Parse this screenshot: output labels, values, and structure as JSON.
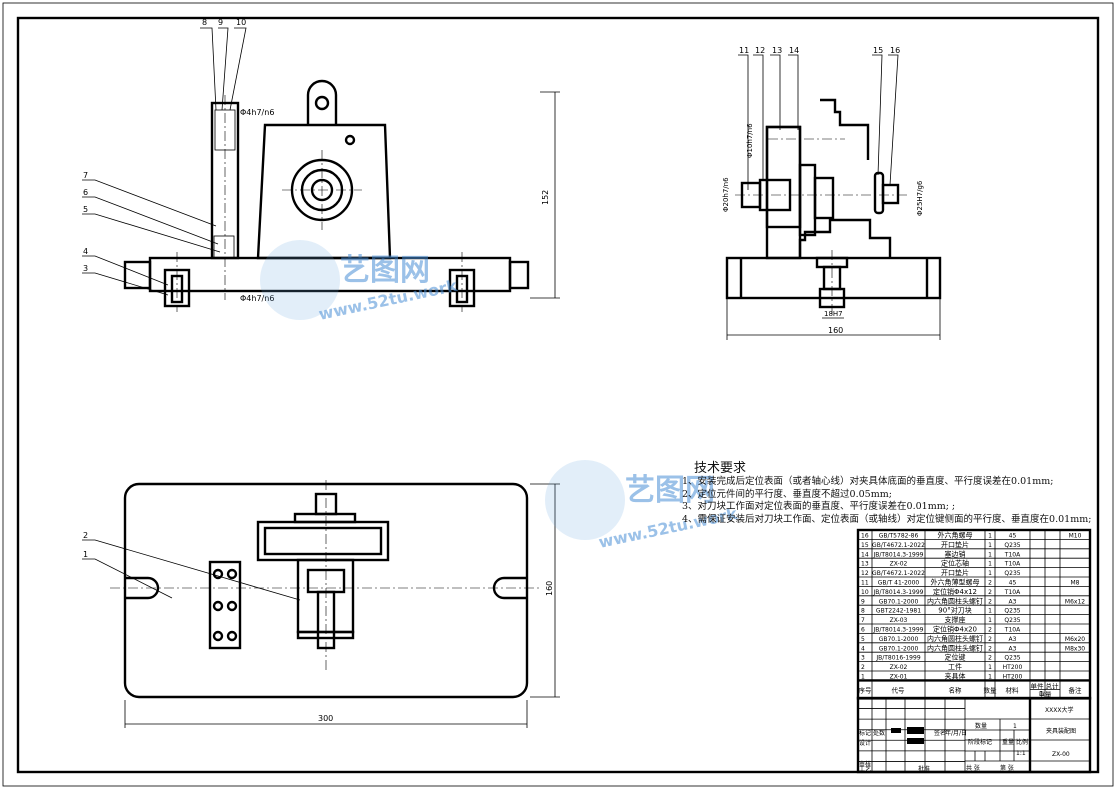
{
  "drawing": {
    "front_view": {
      "balloons": [
        "8",
        "9",
        "10",
        "7",
        "6",
        "5",
        "4",
        "3"
      ],
      "dims": {
        "height": "152",
        "fit_top": "Φ4h7/n6",
        "fit_bottom": "Φ4h7/n6"
      }
    },
    "side_view": {
      "balloons": [
        "11",
        "12",
        "13",
        "14",
        "15",
        "16"
      ],
      "dims": {
        "width": "160",
        "key": "18H7",
        "fit_left": "Φ20h7/n6",
        "fit_right": "Φ25H7/g6",
        "fit_pin": "Φ10h7/n6"
      }
    },
    "top_view": {
      "balloons": [
        "2",
        "1"
      ],
      "dims": {
        "length": "300",
        "width": "160"
      }
    }
  },
  "watermark": {
    "cn": "艺图网",
    "url": "www.52tu.work"
  },
  "tech_requirements": {
    "title": "技术要求",
    "items": [
      "1、安装完成后定位表面（或者轴心线）对夹具体底面的垂直度、平行度误差在0.01mm;",
      "2、定位元件间的平行度、垂直度不超过0.05mm;",
      "3、对刀块工作面对定位表面的垂直度、平行度误差在0.01mm; ;",
      "4、需保证安装后对刀块工作面、定位表面（或轴线）对定位键侧面的平行度、垂直度在0.01mm;"
    ]
  },
  "bom": {
    "rows": [
      {
        "no": "16",
        "code": "GB/T5782-86",
        "name": "外六角螺母",
        "qty": "1",
        "material": "45",
        "note": "M10"
      },
      {
        "no": "15",
        "code": "GB/T4672.1-2022",
        "name": "开口垫片",
        "qty": "1",
        "material": "Q235",
        "note": ""
      },
      {
        "no": "14",
        "code": "JB/T8014.3-1999",
        "name": "塞边销",
        "qty": "1",
        "material": "T10A",
        "note": ""
      },
      {
        "no": "13",
        "code": "ZX-02",
        "name": "定位芯轴",
        "qty": "1",
        "material": "T10A",
        "note": ""
      },
      {
        "no": "12",
        "code": "GB/T4672.1-2022",
        "name": "开口垫片",
        "qty": "1",
        "material": "Q235",
        "note": ""
      },
      {
        "no": "11",
        "code": "GB/T 41-2000",
        "name": "外六角薄型螺母",
        "qty": "2",
        "material": "45",
        "note": "M8"
      },
      {
        "no": "10",
        "code": "JB/T8014.3-1999",
        "name": "定位销Φ4x12",
        "qty": "2",
        "material": "T10A",
        "note": ""
      },
      {
        "no": "9",
        "code": "GB70.1-2000",
        "name": "内六角圆柱头螺钉",
        "qty": "2",
        "material": "A3",
        "note": "M6x12"
      },
      {
        "no": "8",
        "code": "GBT2242-1981",
        "name": "90°对刀块",
        "qty": "1",
        "material": "Q235",
        "note": ""
      },
      {
        "no": "7",
        "code": "ZX-03",
        "name": "支撑座",
        "qty": "1",
        "material": "Q235",
        "note": ""
      },
      {
        "no": "6",
        "code": "JB/T8014.3-1999",
        "name": "定位销Φ4x20",
        "qty": "2",
        "material": "T10A",
        "note": ""
      },
      {
        "no": "5",
        "code": "GB70.1-2000",
        "name": "内六角圆柱头螺钉",
        "qty": "2",
        "material": "A3",
        "note": "M6x20"
      },
      {
        "no": "4",
        "code": "GB70.1-2000",
        "name": "内六角圆柱头螺钉",
        "qty": "2",
        "material": "A3",
        "note": "M8x30"
      },
      {
        "no": "3",
        "code": "JB/T8016-1999",
        "name": "定位键",
        "qty": "2",
        "material": "Q235",
        "note": ""
      },
      {
        "no": "2",
        "code": "ZX-02",
        "name": "工件",
        "qty": "1",
        "material": "HT200",
        "note": ""
      },
      {
        "no": "1",
        "code": "ZX-01",
        "name": "夹具体",
        "qty": "1",
        "material": "HT200",
        "note": ""
      }
    ],
    "header": {
      "no": "序号",
      "code": "代号",
      "name": "名称",
      "qty": "数量",
      "material": "材料",
      "single": "单件",
      "total": "总计",
      "weight": "重量",
      "note": "备注"
    }
  },
  "title_block": {
    "mark": "标记",
    "count": "处数",
    "sign": "签名",
    "date": "年/月/日",
    "design": "设计",
    "review": "审核",
    "process": "工艺",
    "approve": "批准",
    "quantity_label": "数量",
    "quantity": "1",
    "stage_label": "阶段标记",
    "weight_label": "重量",
    "scale_label": "比例",
    "scale": "1:1",
    "sheets": "共  张",
    "sheet": "第  张",
    "school": "XXXX大学",
    "drawing_name": "夹具装配图",
    "drawing_no": "ZX-00"
  }
}
